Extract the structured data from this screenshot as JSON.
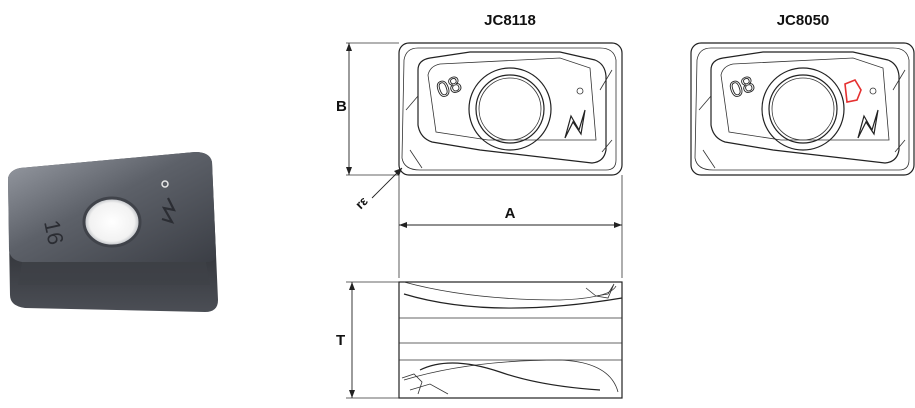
{
  "titles": {
    "left_grade": "JC8118",
    "right_grade": "JC8050"
  },
  "dimensions": {
    "a": "A",
    "b": "B",
    "t": "T",
    "corner_radius": "rε"
  },
  "insert_markings": {
    "top_view_number": "08",
    "photo_number": "16"
  },
  "colors": {
    "line": "#222222",
    "highlight": "#e53030",
    "insert_dark": "#3a3d44",
    "insert_light": "#8d919a"
  },
  "icons": {
    "brand_logo": "zigzag-logo-icon"
  }
}
